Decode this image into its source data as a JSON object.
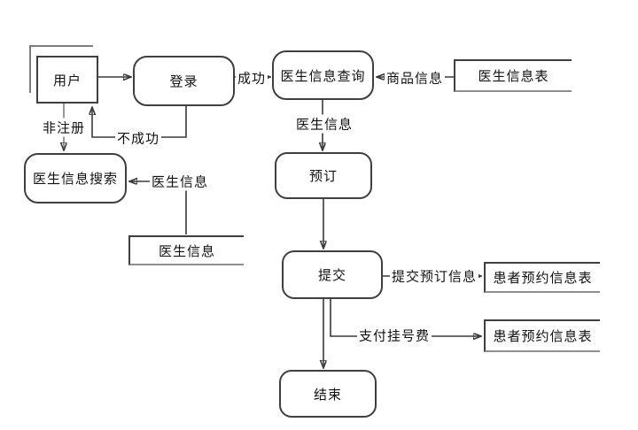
{
  "diagram": {
    "nodes": {
      "user": {
        "label": "用户"
      },
      "login": {
        "label": "登录"
      },
      "query": {
        "label": "医生信息查询"
      },
      "doctor_table": {
        "label": "医生信息表"
      },
      "search": {
        "label": "医生信息搜索"
      },
      "doctor_store": {
        "label": "医生信息"
      },
      "booking": {
        "label": "预订"
      },
      "submit": {
        "label": "提交"
      },
      "patient_table_1": {
        "label": "患者预约信息表"
      },
      "patient_table_2": {
        "label": "患者预约信息表"
      },
      "end": {
        "label": "结束"
      }
    },
    "edges": {
      "success": "成功",
      "product_info": "商品信息",
      "doctor_info_down": "医生信息",
      "not_registered": "非注册",
      "not_success": "不成功",
      "doctor_info_left": "医生信息",
      "submit_booking_info": "提交预订信息",
      "pay_fee": "支付挂号费"
    },
    "colors": {
      "line": "#3a3a3a",
      "shadow": "#7d7d7d",
      "background": "#ffffff"
    }
  }
}
